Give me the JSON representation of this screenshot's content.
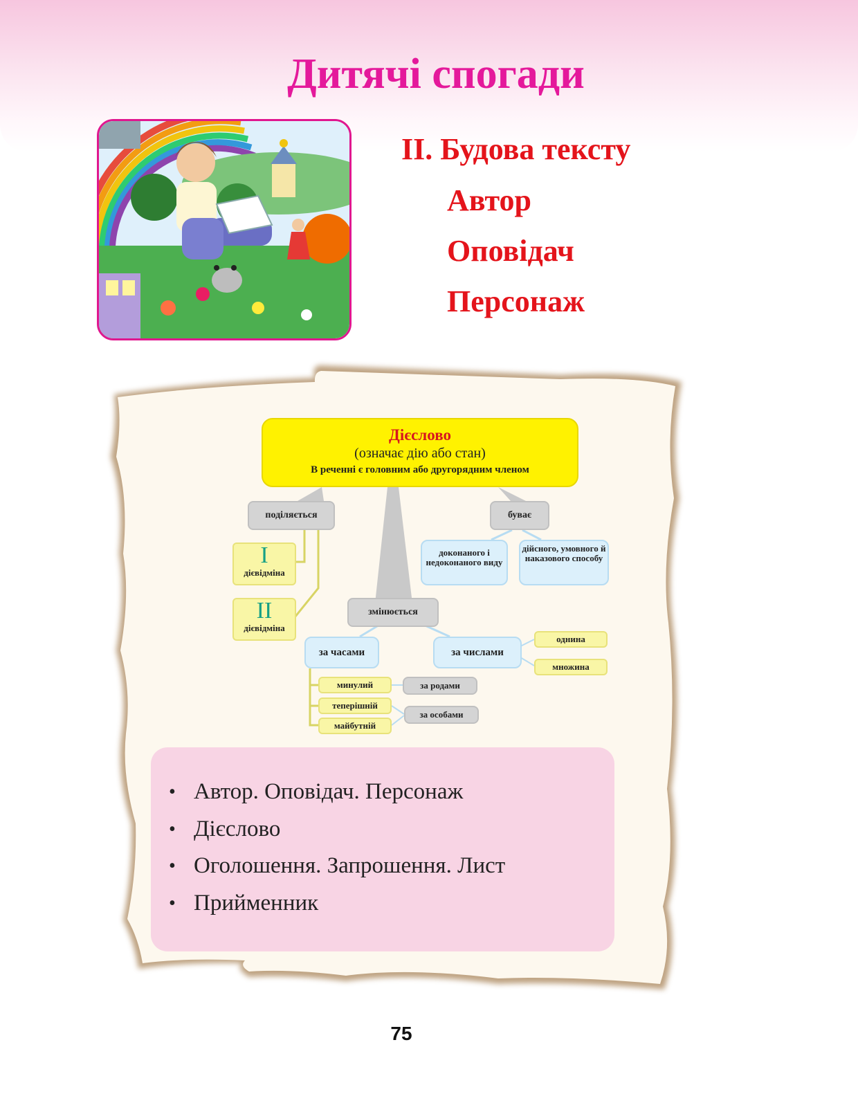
{
  "page": {
    "title": "Дитячі спогади",
    "number": "75"
  },
  "colors": {
    "title": "#e4199b",
    "heading": "#e4141b",
    "summary_bg": "#f8d4e4",
    "diagram_main": "#fff200"
  },
  "structure": {
    "heading": "ІІ. Будова тексту",
    "items": [
      "Автор",
      "Оповідач",
      "Персонаж"
    ]
  },
  "diagram": {
    "main_title": "Дієслово",
    "main_subtitle": "(означає дію або стан)",
    "main_note": "В реченні є головним або другорядним членом",
    "divides": "поділяється",
    "conj1_numeral": "I",
    "conj1_label": "дієвідміна",
    "conj2_numeral": "II",
    "conj2_label": "дієвідміна",
    "occurs": "буває",
    "aspect": "доконаного і недоконаного виду",
    "mood": "дійсного, умовного й наказового способу",
    "changes": "змінюється",
    "by_tense": "за часами",
    "by_number": "за числами",
    "singular": "однина",
    "plural": "множина",
    "past": "минулий",
    "present": "теперішній",
    "future": "майбутній",
    "by_gender": "за родами",
    "by_person": "за особами"
  },
  "summary": {
    "items": [
      "Автор. Оповідач. Персонаж",
      "Дієслово",
      "Оголошення. Запрошення. Лист",
      "Прийменник"
    ]
  }
}
